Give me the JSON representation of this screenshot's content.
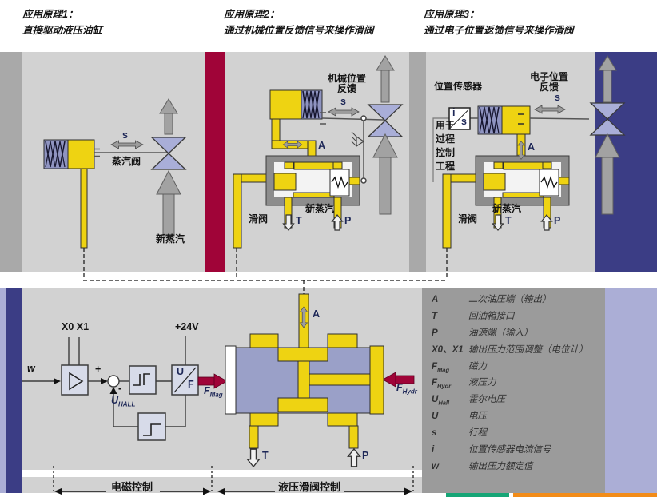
{
  "header": {
    "principle1": {
      "title": "应用原理1：",
      "subtitle": "直接驱动液压油缸"
    },
    "principle2": {
      "title": "应用原理2：",
      "subtitle": "通过机械位置反馈信号来操作滑阀"
    },
    "principle3": {
      "title": "应用原理3：",
      "subtitle": "通过电子位置返馈信号来操作滑阀"
    }
  },
  "panel1": {
    "stroke_label": "s",
    "steam_valve_label": "蒸汽阀",
    "fresh_steam_label": "新蒸汽"
  },
  "panel2": {
    "feedback_line1": "机械位置",
    "feedback_line2": "反馈",
    "stroke_label": "s",
    "port_a": "A",
    "spool_label": "滑阀",
    "port_t": "T",
    "port_p": "P",
    "fresh_steam_label": "新蒸汽"
  },
  "panel3": {
    "sensor_label": "位置传感器",
    "feedback_line1": "电子位置",
    "feedback_line2": "反馈",
    "stroke_label": "s",
    "sensor_i": "i",
    "sensor_s": "s",
    "process_line1": "用于",
    "process_line2": "过程",
    "process_line3": "控制",
    "process_line4": "工程",
    "port_a": "A",
    "spool_label": "滑阀",
    "port_t": "T",
    "port_p": "P",
    "fresh_steam_label": "新蒸汽"
  },
  "circuit": {
    "setpoint": "w",
    "x0x1": "X0 X1",
    "supply": "+24V",
    "plus": "+",
    "minus": "-",
    "u_hall_sym": "U",
    "u_hall_sub": "HALL",
    "uf_u": "U",
    "uf_f": "F",
    "f_mag_sym": "F",
    "f_mag_sub": "Mag",
    "f_hydr_sym": "F",
    "f_hydr_sub": "Hydr",
    "port_a": "A",
    "port_t": "T",
    "port_p": "P",
    "bracket_left": "电磁控制",
    "bracket_right": "液压滑阀控制"
  },
  "legend": {
    "rows": [
      {
        "sym": "A",
        "sub": "",
        "desc": "二次油压端（输出）"
      },
      {
        "sym": "T",
        "sub": "",
        "desc": "回油箱接口"
      },
      {
        "sym": "P",
        "sub": "",
        "desc": "油源端（输入）"
      },
      {
        "sym": "X0、X1",
        "sub": "",
        "desc": "输出压力范围调整（电位计）"
      },
      {
        "sym": "F",
        "sub": "Mag",
        "desc": "磁力"
      },
      {
        "sym": "F",
        "sub": "Hydr",
        "desc": "液压力"
      },
      {
        "sym": "U",
        "sub": "Hall",
        "desc": "霍尔电压"
      },
      {
        "sym": "U",
        "sub": "",
        "desc": "电压"
      },
      {
        "sym": "s",
        "sub": "",
        "desc": "行程"
      },
      {
        "sym": "i",
        "sub": "",
        "desc": "位置传感器电流信号"
      },
      {
        "sym": "w",
        "sub": "",
        "desc": "输出压力额定值"
      }
    ]
  },
  "colors": {
    "accent_red": "#a00438",
    "accent_indigo": "#3b3d85",
    "highlight_yellow": "#eed312",
    "lavender": "#abaed6",
    "panel_gray": "#d2d2d2",
    "legend_gray": "#9b9b9b",
    "green_bar": "#16a576",
    "orange_bar": "#f28c19"
  }
}
